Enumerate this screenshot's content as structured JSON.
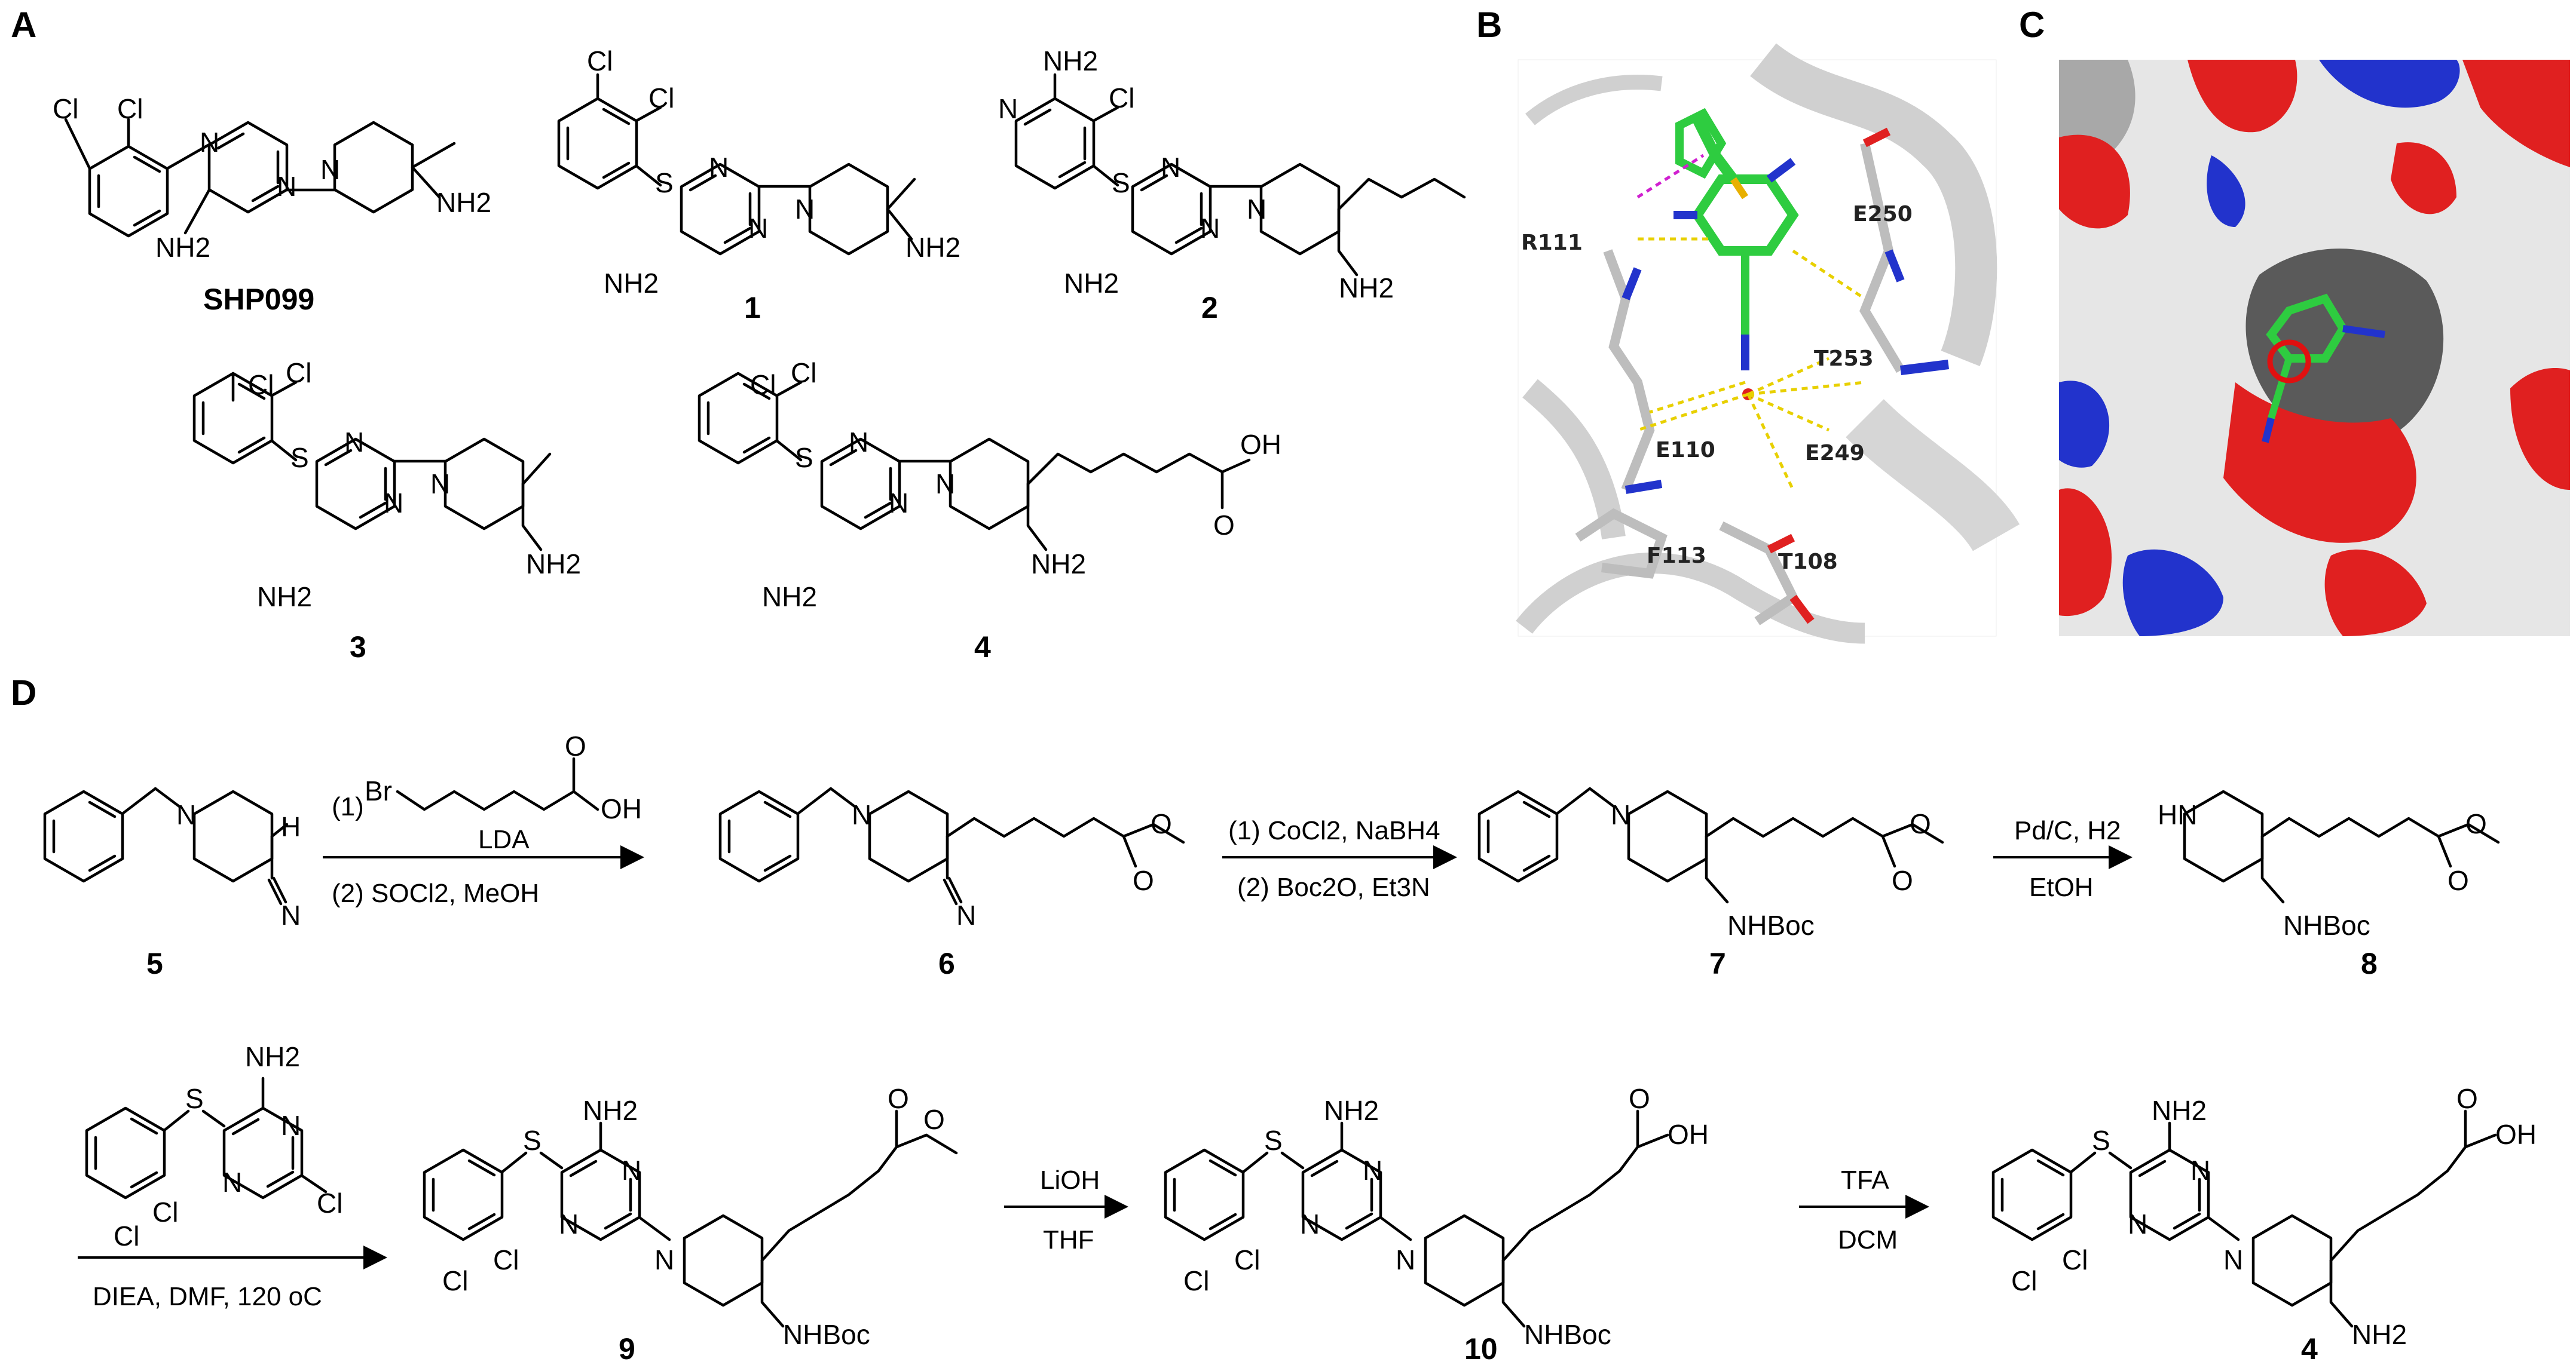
{
  "panels": {
    "a": "A",
    "b": "B",
    "c": "C",
    "d": "D"
  },
  "compound_labels": {
    "shp099": "SHP099",
    "c1": "1",
    "c2": "2",
    "c3": "3",
    "c4a": "4",
    "c5": "5",
    "c6": "6",
    "c7": "7",
    "c8": "8",
    "c9": "9",
    "c10": "10",
    "c4b": "4"
  },
  "residues": {
    "r111": "R111",
    "e250": "E250",
    "t253": "T253",
    "e110": "E110",
    "e249": "E249",
    "f113": "F113",
    "t108": "T108"
  },
  "atoms": {
    "cl": "Cl",
    "nh2": "NH2",
    "n": "N",
    "s": "S",
    "h": "H",
    "o": "O",
    "oh": "OH",
    "hn": "HN",
    "br": "Br",
    "nhboc": "NHBoc"
  },
  "conditions": {
    "s1_top": "(1)",
    "s1_mid": "LDA",
    "s1_bot": "(2) SOCl2, MeOH",
    "s2_top": "(1) CoCl2, NaBH4",
    "s2_bot": "(2) Boc2O, Et3N",
    "s3_top": "Pd/C, H2",
    "s3_bot": "EtOH",
    "s4_bot": "DIEA, DMF, 120 oC",
    "s5_top": "LiOH",
    "s5_bot": "THF",
    "s6_top": "TFA",
    "s6_bot": "DCM"
  },
  "colors": {
    "carbon_ligand": "#2ecc40",
    "nitrogen": "#2233cc",
    "oxygen": "#e02020",
    "protein": "#c8c8c8",
    "hbond": "#e8d000",
    "pi_contact": "#d020d0",
    "surface": "#e6e6e6"
  }
}
